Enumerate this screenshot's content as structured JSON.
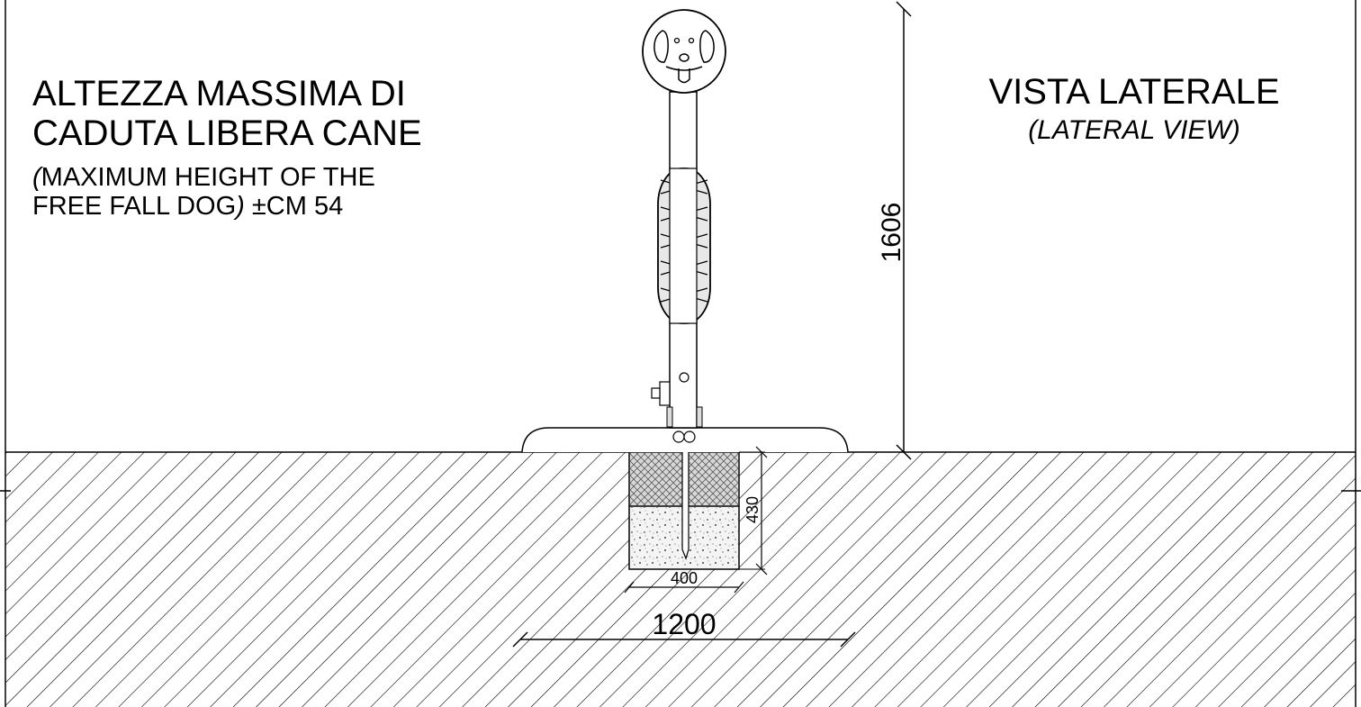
{
  "title_left": {
    "line1": "ALTEZZA MASSIMA DI",
    "line2": "CADUTA LIBERA CANE",
    "english_open": "(",
    "english_line1": "MAXIMUM HEIGHT OF THE",
    "english_line2_a": "FREE FALL DOG",
    "english_close": ")",
    "english_line2_b": " ±CM 54"
  },
  "title_right": {
    "main": "VISTA LATERALE",
    "sub": "(LATERAL VIEW)"
  },
  "dimensions": {
    "total_height": "1606",
    "foundation_depth": "430",
    "foundation_width": "400",
    "base_width": "1200"
  }
}
